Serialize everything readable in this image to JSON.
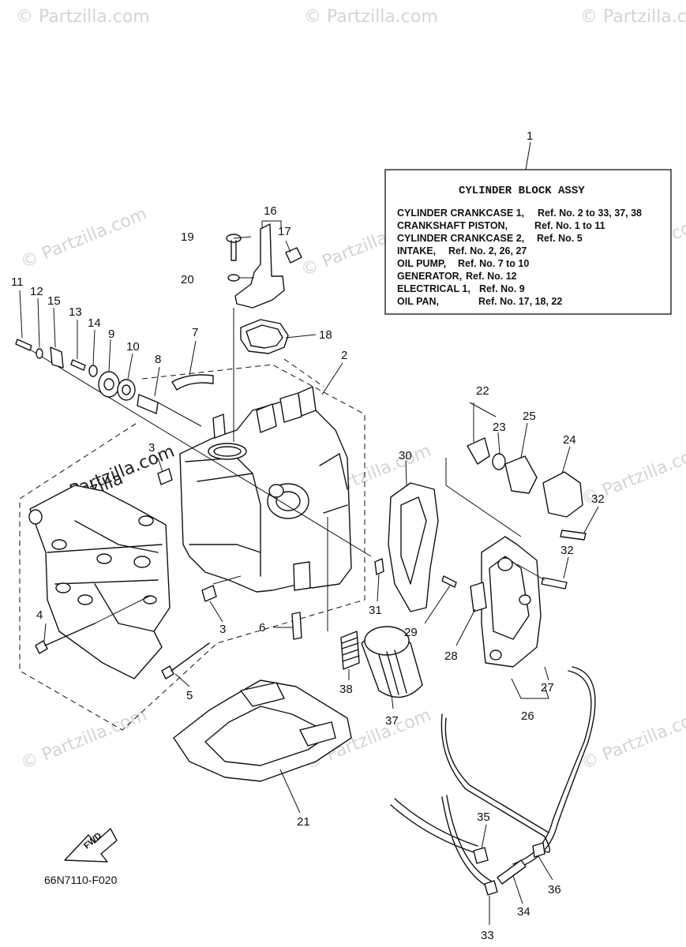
{
  "watermark": {
    "text": "© Partzilla.com",
    "highlight_text": "Partzilla.com",
    "logo_text": "© Partzilla"
  },
  "assembly_box": {
    "ref_number": "1",
    "title": "CYLINDER BLOCK ASSY",
    "lines": [
      {
        "name": "CYLINDER CRANKCASE 1,",
        "refs": "Ref. No. 2 to 33, 37, 38"
      },
      {
        "name": "CRANKSHAFT PISTON,",
        "refs": "Ref. No. 1 to 11"
      },
      {
        "name": "CYLINDER CRANKCASE 2,",
        "refs": "Ref. No. 5"
      },
      {
        "name": "INTAKE,",
        "refs": "Ref. No. 2, 26, 27"
      },
      {
        "name": "OIL PUMP,",
        "refs": "Ref. No. 7 to 10"
      },
      {
        "name": "GENERATOR,",
        "refs": "Ref. No. 12"
      },
      {
        "name": "ELECTRICAL 1,",
        "refs": "Ref. No. 9"
      },
      {
        "name": "OIL PAN,",
        "refs": "Ref. No. 17, 18, 22"
      }
    ]
  },
  "callouts": {
    "c2": "2",
    "c3a": "3",
    "c3b": "3",
    "c4": "4",
    "c5": "5",
    "c6": "6",
    "c7": "7",
    "c8": "8",
    "c9": "9",
    "c10": "10",
    "c11": "11",
    "c12": "12",
    "c13": "13",
    "c14": "14",
    "c15": "15",
    "c16": "16",
    "c17": "17",
    "c18": "18",
    "c19": "19",
    "c20": "20",
    "c21": "21",
    "c22": "22",
    "c23": "23",
    "c24": "24",
    "c25": "25",
    "c26": "26",
    "c27": "27",
    "c28": "28",
    "c29": "29",
    "c30": "30",
    "c31": "31",
    "c32a": "32",
    "c32b": "32",
    "c33": "33",
    "c34": "34",
    "c35": "35",
    "c36": "36",
    "c37": "37",
    "c38": "38"
  },
  "fwd_label": "FWD",
  "diagram_code": "66N7110-F020"
}
